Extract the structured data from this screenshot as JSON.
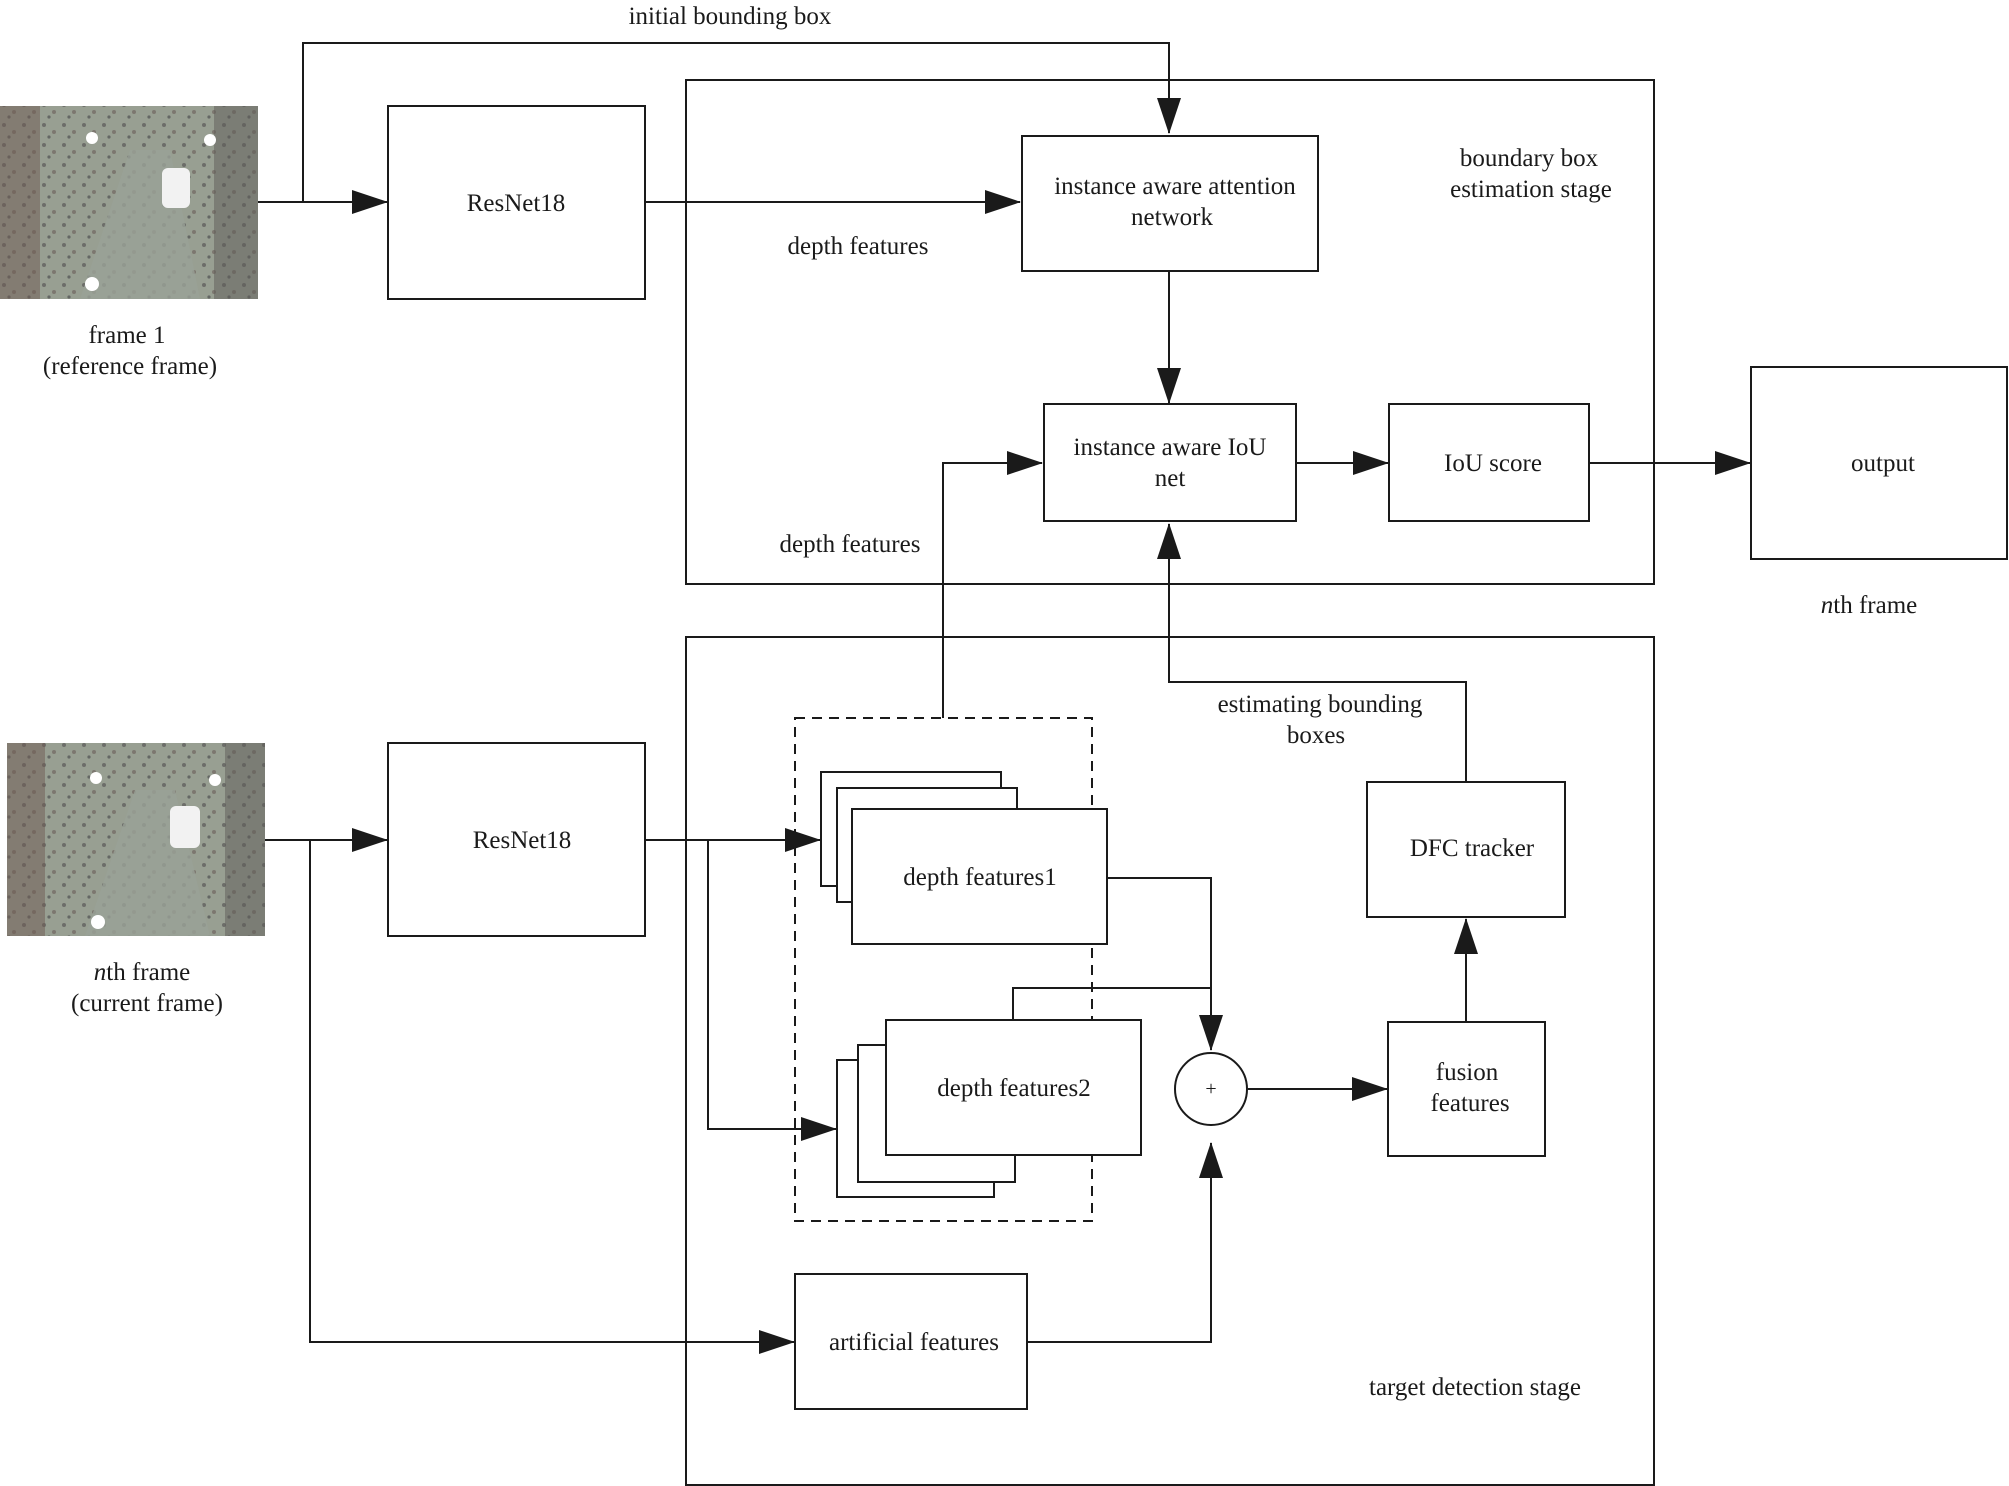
{
  "diagram": {
    "labels": {
      "initial_bounding_box": "initial bounding box",
      "resnet_top": "ResNet18",
      "resnet_bottom": "ResNet18",
      "depth_features_top": "depth features",
      "depth_features_mid": "depth features",
      "attention_line1": "instance aware attention",
      "attention_line2": "network",
      "iou_net_line1": "instance aware IoU",
      "iou_net_line2": "net",
      "iou_score": "IoU score",
      "output": "output",
      "nth_frame_output_italic": "n",
      "nth_frame_output_rest": "th frame",
      "boundary_stage_line1": "boundary box",
      "boundary_stage_line2": "estimation stage",
      "frame1_line1": "frame 1",
      "frame1_line2": "(reference frame)",
      "nth_current_italic": "n",
      "nth_current_rest": "th frame",
      "nth_current_line2": "(current frame)",
      "estimating_line1": "estimating bounding",
      "estimating_line2": "boxes",
      "dfc_tracker": "DFC tracker",
      "depth_features1": "depth features1",
      "depth_features2": "depth features2",
      "plus": "+",
      "fusion_line1": "fusion",
      "fusion_line2": "features",
      "artificial_features": "artificial features",
      "target_stage": "target detection stage"
    }
  }
}
